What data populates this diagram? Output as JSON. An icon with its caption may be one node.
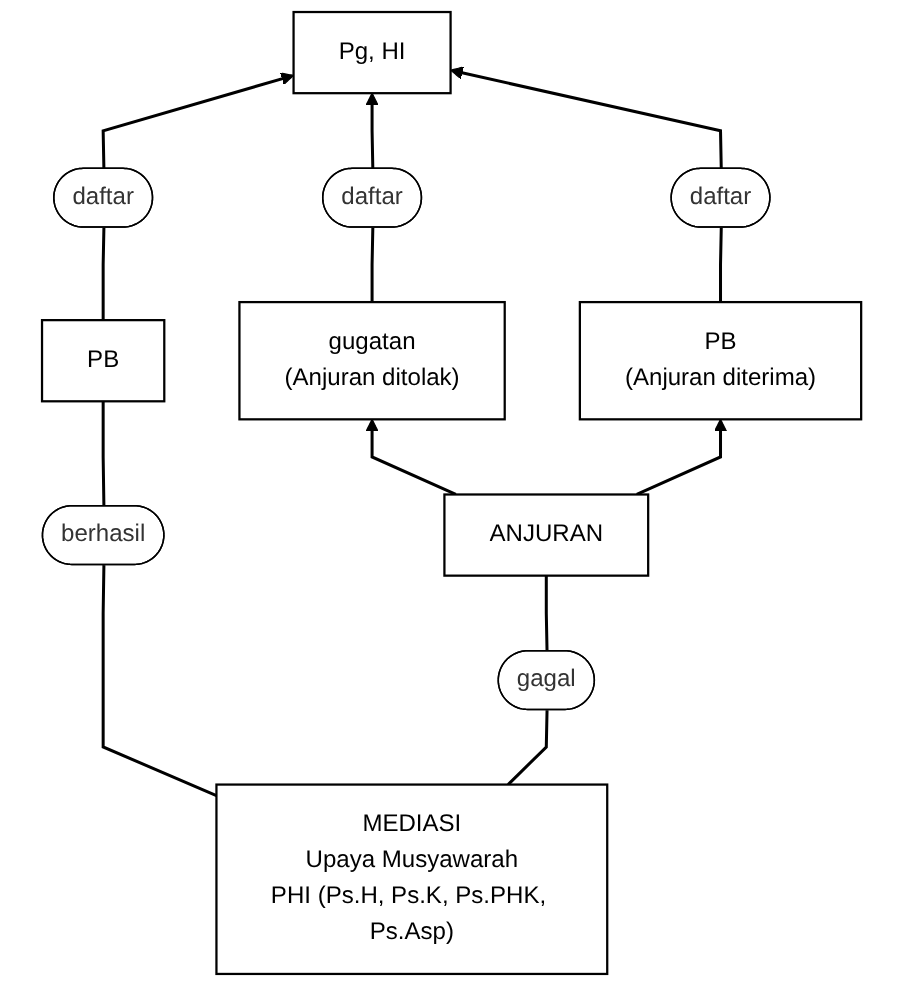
{
  "diagram": {
    "nodes": [
      {
        "text": [
          "Pg, HI"
        ]
      },
      {
        "text": [
          "daftar"
        ]
      },
      {
        "text": [
          "daftar"
        ]
      },
      {
        "text": [
          "daftar"
        ]
      },
      {
        "text": [
          "gugatan",
          "(Anjuran ditolak)"
        ]
      },
      {
        "text": [
          "PB",
          "(Anjuran diterima)"
        ]
      },
      {
        "text": [
          "PB"
        ]
      },
      {
        "text": [
          "ANJURAN"
        ]
      },
      {
        "text": [
          "berhasil"
        ]
      },
      {
        "text": [
          "gagal"
        ]
      },
      {
        "text": [
          "MEDIASI",
          "Upaya Musyawarah",
          "PHI (Ps.H, Ps.K, Ps.PHK, Ps.Asp)"
        ]
      }
    ],
    "edges": [
      {
        "from": 10,
        "to": 8,
        "arrow": "none"
      },
      {
        "from": 10,
        "to": 9,
        "arrow": "none"
      },
      {
        "from": 8,
        "to": 6,
        "arrow": "none"
      },
      {
        "from": 9,
        "to": 7,
        "arrow": "none"
      },
      {
        "from": 7,
        "to": 4,
        "arrow": "to"
      },
      {
        "from": 7,
        "to": 5,
        "arrow": "to"
      },
      {
        "from": 6,
        "to": 1,
        "arrow": "none"
      },
      {
        "from": 1,
        "to": 0,
        "arrow": "to"
      },
      {
        "from": 4,
        "to": 2,
        "arrow": "none"
      },
      {
        "from": 2,
        "to": 0,
        "arrow": "to"
      },
      {
        "from": 5,
        "to": 3,
        "arrow": "none"
      },
      {
        "from": 3,
        "to": 0,
        "arrow": "to"
      }
    ]
  }
}
